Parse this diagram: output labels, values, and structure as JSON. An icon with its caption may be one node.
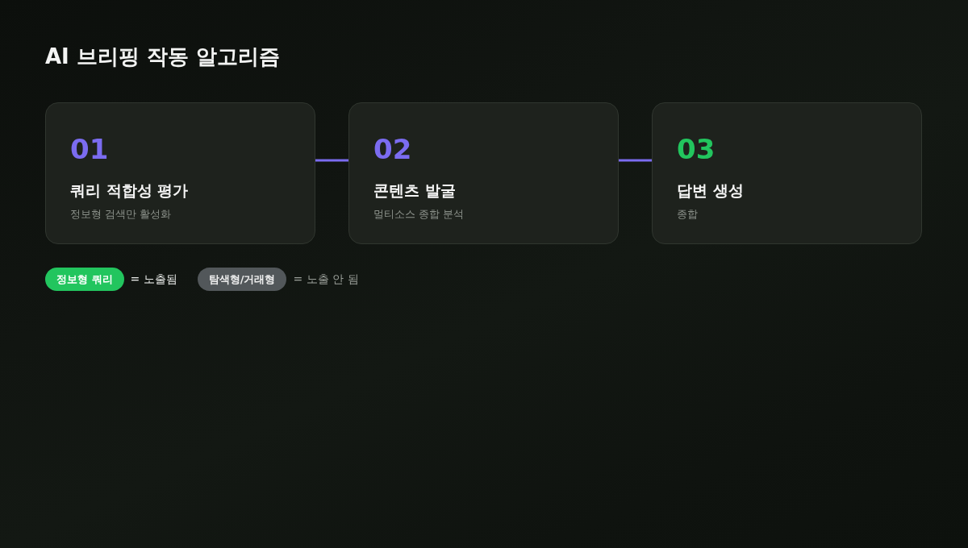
{
  "diagram": {
    "title": "AI 브리핑 작동 알고리즘",
    "nodes": [
      {
        "text": [
          "01",
          "쿼리 적합성 평가",
          "정보형 검색만 활성화"
        ]
      },
      {
        "text": [
          "02",
          "콘텐츠 발굴",
          "멀티소스 종합 분석"
        ]
      },
      {
        "text": [
          "03",
          "답변 생성",
          "종합"
        ]
      }
    ],
    "edges": [
      {
        "from": 0,
        "to": 1,
        "arrow": "none"
      },
      {
        "from": 1,
        "to": 2,
        "arrow": "none"
      }
    ],
    "labels": [
      "= 노출됨",
      "= 노출 안 됨"
    ],
    "legend": [
      {
        "text": "정보형 쿼리",
        "color": "#22c55e"
      },
      {
        "text": "탐색형/거래형",
        "color": "#52575a"
      }
    ]
  }
}
